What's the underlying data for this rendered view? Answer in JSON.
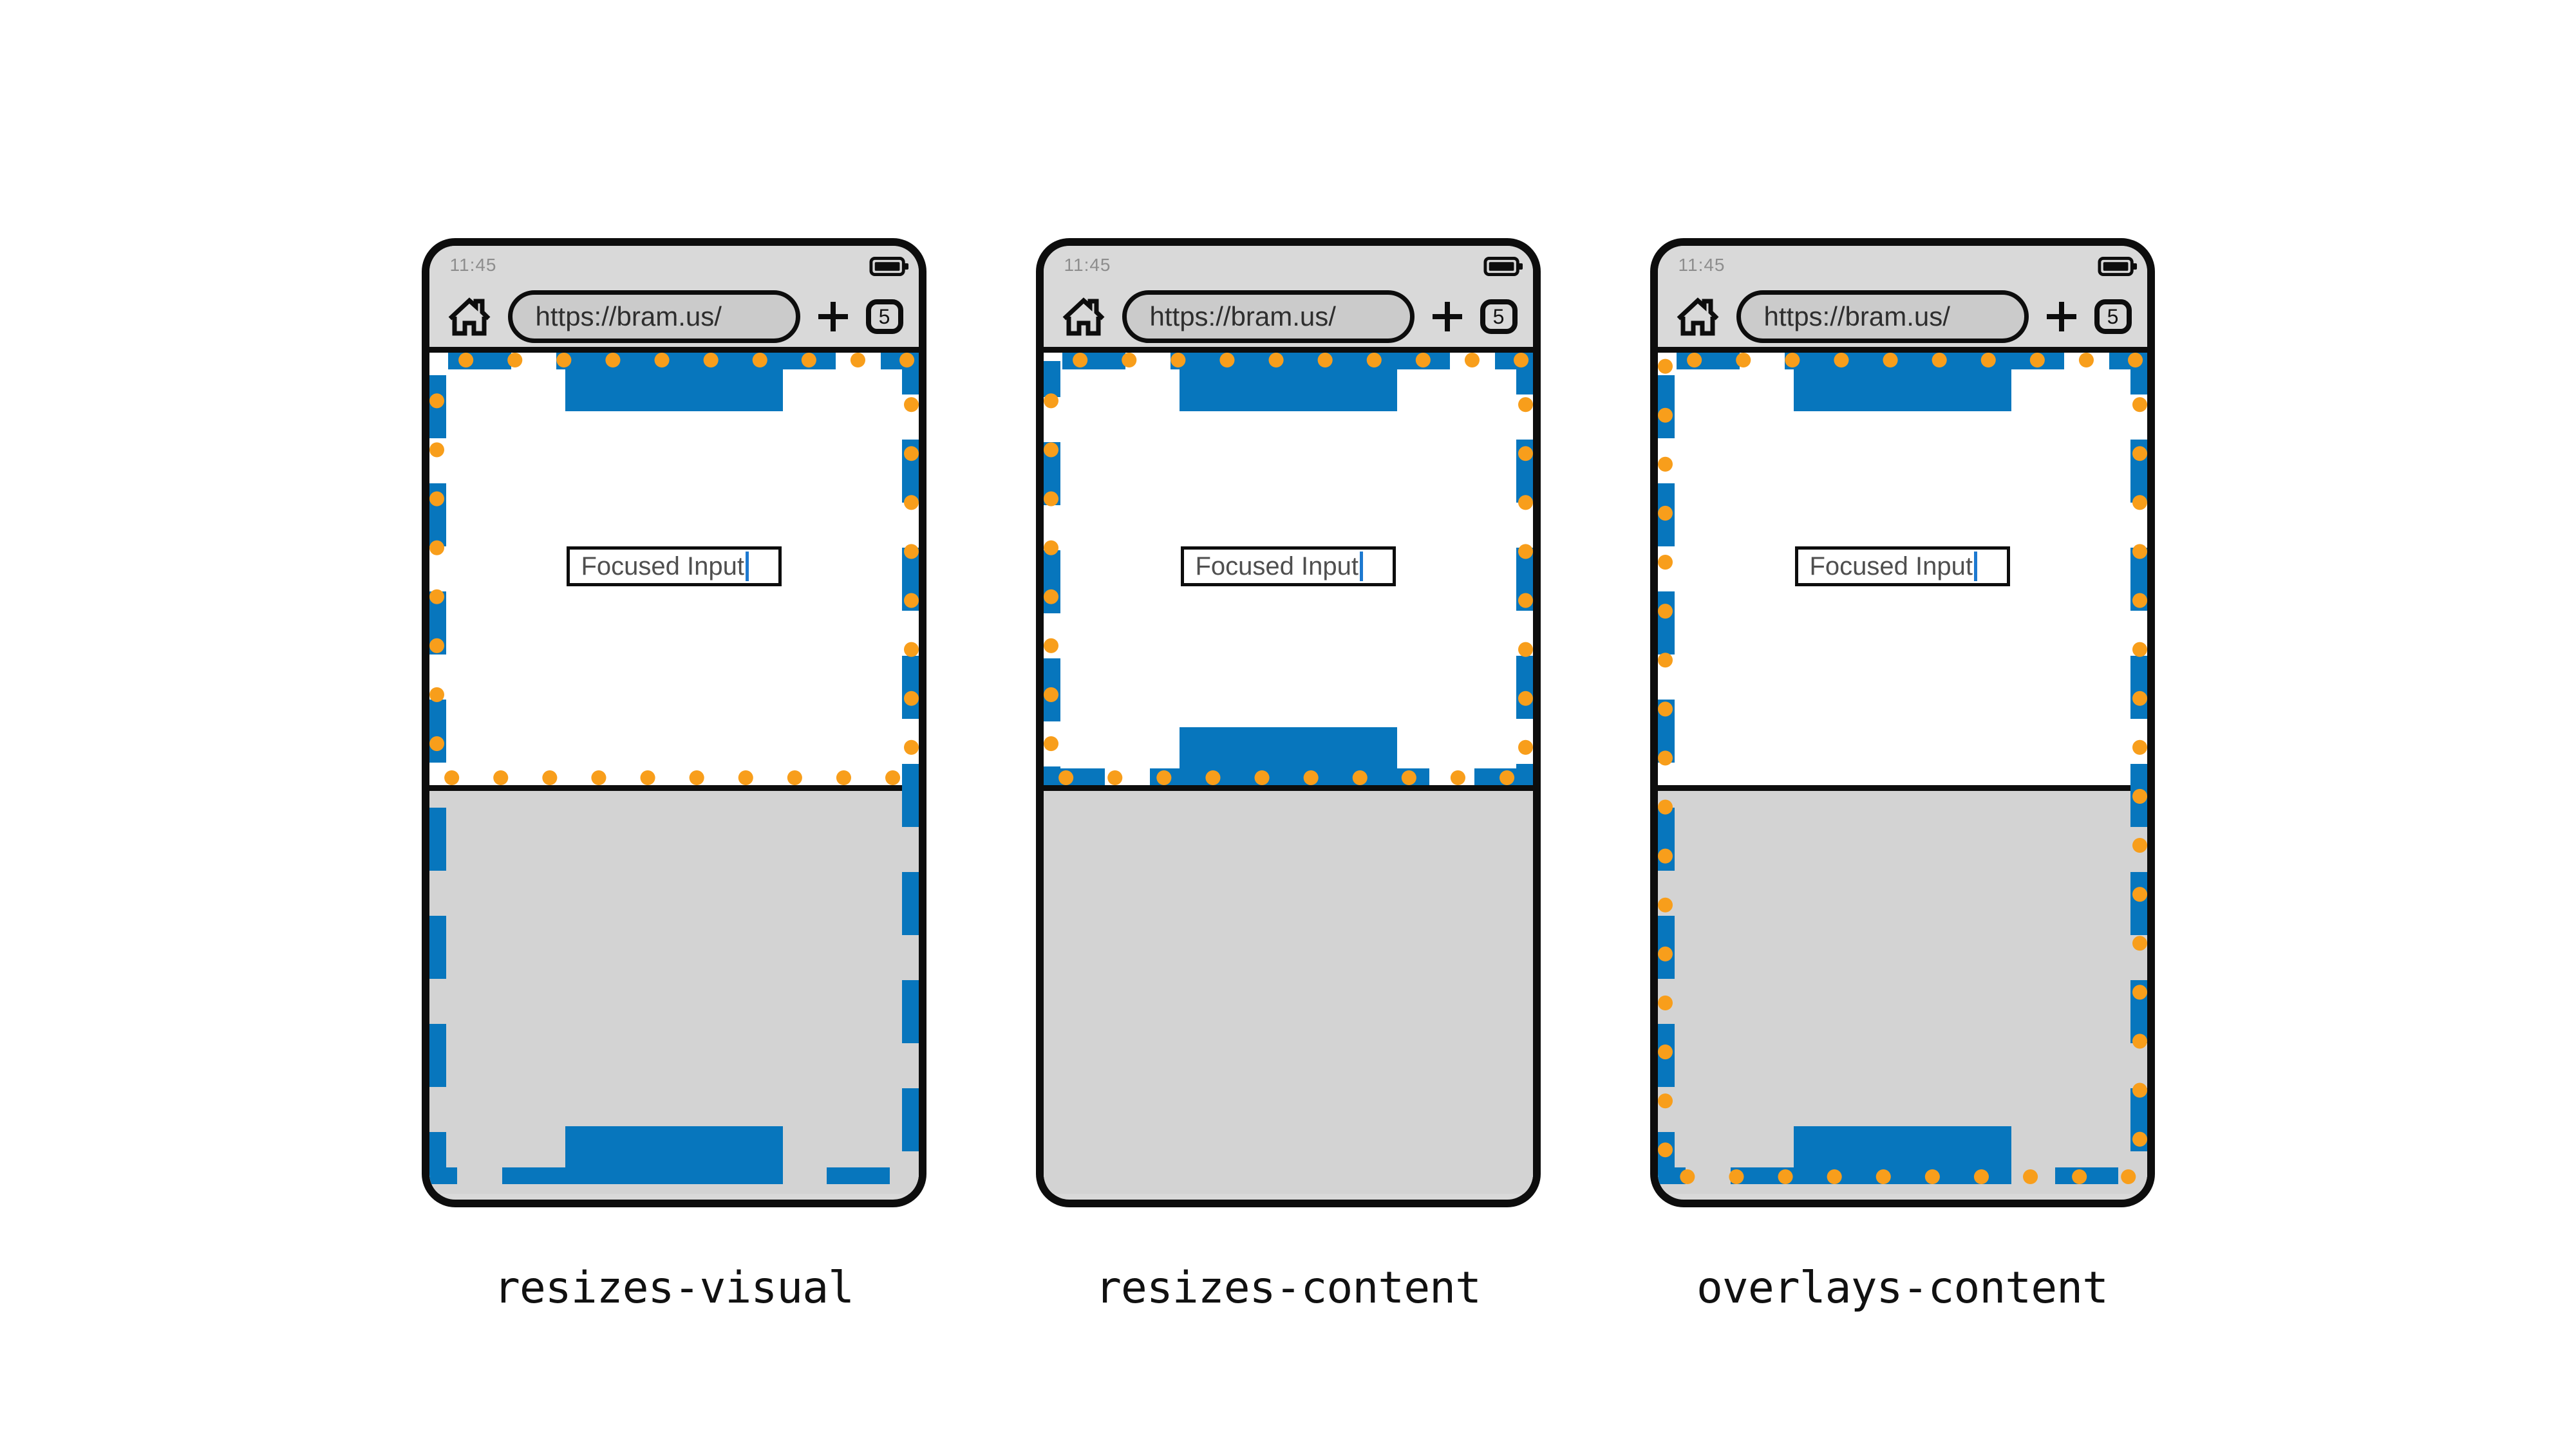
{
  "colors": {
    "layout_viewport_blue": "#0776BD",
    "visual_viewport_orange": "#F89E1B",
    "input_caret_blue": "#1D79D0"
  },
  "icons": {
    "home": "home-icon",
    "battery": "battery-full-icon",
    "plus": "plus-icon",
    "text_caret": "text-caret"
  },
  "phones": [
    {
      "status_time": "11:45",
      "url": "https://bram.us/",
      "tab_count": "5",
      "input_value": "Focused Input",
      "label": "resizes-visual"
    },
    {
      "status_time": "11:45",
      "url": "https://bram.us/",
      "tab_count": "5",
      "input_value": "Focused Input",
      "label": "resizes-content"
    },
    {
      "status_time": "11:45",
      "url": "https://bram.us/",
      "tab_count": "5",
      "input_value": "Focused Input",
      "label": "overlays-content"
    }
  ]
}
